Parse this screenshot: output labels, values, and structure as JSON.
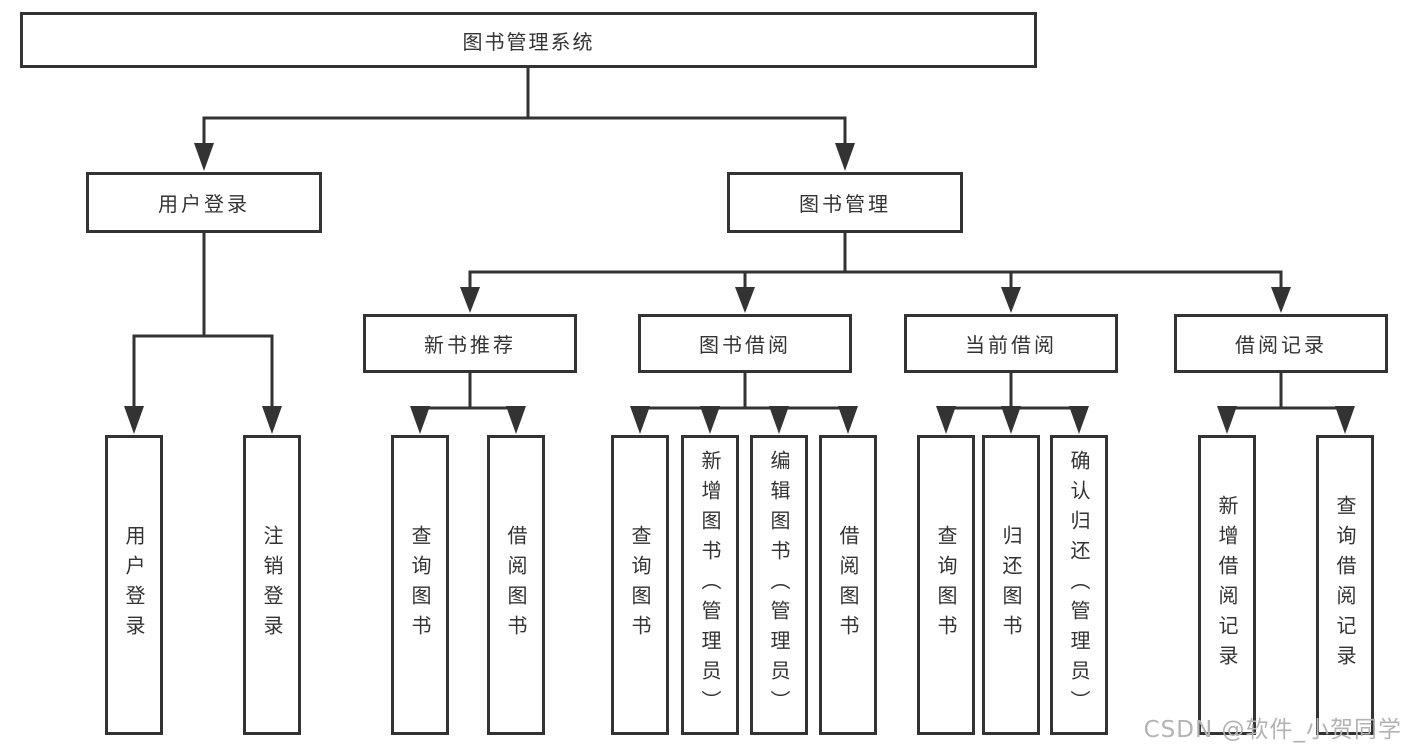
{
  "diagram": {
    "root": {
      "label": "图书管理系统"
    },
    "branches": [
      {
        "label": "用户登录",
        "children": [
          "用户登录",
          "注销登录"
        ]
      },
      {
        "label": "图书管理",
        "children": [
          {
            "label": "新书推荐",
            "children": [
              "查询图书",
              "借阅图书"
            ]
          },
          {
            "label": "图书借阅",
            "children": [
              "查询图书",
              "新增图书（管理员）",
              "编辑图书（管理员）",
              "借阅图书"
            ]
          },
          {
            "label": "当前借阅",
            "children": [
              "查询图书",
              "归还图书",
              "确认归还（管理员）"
            ]
          },
          {
            "label": "借阅记录",
            "children": [
              "新增借阅记录",
              "查询借阅记录"
            ]
          }
        ]
      }
    ]
  },
  "watermark": {
    "text": "CSDN @软件_小贺同学"
  },
  "colors": {
    "line": "#333333",
    "text": "#333333",
    "watermark": "#b3b3b3",
    "background": "#ffffff"
  }
}
